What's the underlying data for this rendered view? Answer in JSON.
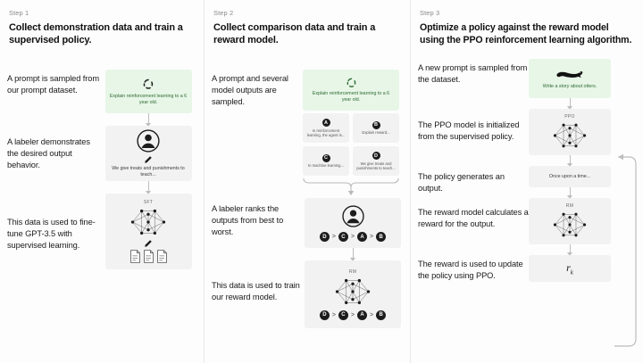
{
  "title": "RLHF three step diagram",
  "steps": [
    {
      "label": "Step 1",
      "title": "Collect demonstration data and train a supervised policy.",
      "rows": [
        {
          "caption": "A prompt is sampled from our prompt dataset.",
          "box_text": "Explain reinforcement learning to a 6 year old.",
          "icon": "recycle-loop-icon"
        },
        {
          "caption": "A labeler demonstrates the desired output behavior.",
          "box_text": "We give treats and punishments to teach...",
          "icon": "labeler-person-icon"
        },
        {
          "caption": "This data is used to fine-tune GPT-3.5 with supervised learning.",
          "model_label": "SFT",
          "icon": "neural-network-icon"
        }
      ]
    },
    {
      "label": "Step 2",
      "title": "Collect comparison data and train a reward model.",
      "rows": [
        {
          "caption": "A prompt and several model outputs are sampled.",
          "box_text": "Explain reinforcement learning to a 6 year old.",
          "icon": "recycle-loop-icon",
          "options": [
            {
              "letter": "A",
              "text": "In reinforcement learning, the agent is..."
            },
            {
              "letter": "B",
              "text": "Explain reward..."
            },
            {
              "letter": "C",
              "text": "In machine learning..."
            },
            {
              "letter": "D",
              "text": "We give treats and punishments to teach..."
            }
          ]
        },
        {
          "caption": "A labeler ranks the outputs from best to worst.",
          "icon": "labeler-person-icon",
          "ranking": [
            "D",
            "C",
            "A",
            "B"
          ]
        },
        {
          "caption": "This data is used to train our reward model.",
          "model_label": "RM",
          "icon": "neural-network-icon",
          "ranking": [
            "D",
            "C",
            "A",
            "B"
          ]
        }
      ]
    },
    {
      "label": "Step 3",
      "title": "Optimize a policy against the reward model using the PPO reinforcement learning algorithm.",
      "rows": [
        {
          "caption": "A new prompt is sampled from the dataset.",
          "box_text": "Write a story about otters.",
          "icon": "otter-icon"
        },
        {
          "caption": "The PPO model is initialized from the supervised policy.",
          "model_label": "PPO",
          "icon": "neural-network-icon"
        },
        {
          "caption": "The policy generates an output.",
          "box_text": "Once upon a time...",
          "icon": "text-output-icon"
        },
        {
          "caption": "The reward model calculates a reward for the output.",
          "model_label": "RM",
          "icon": "neural-network-icon"
        },
        {
          "caption": "The reward is used to update the policy using PPO.",
          "reward_symbol": "r",
          "reward_sub": "k",
          "icon": "reward-value-icon"
        }
      ]
    }
  ],
  "colors": {
    "green_box": "#e7f6e7",
    "grey_box": "#f2f2f2",
    "arrow": "#bdbdbd",
    "text": "#1b1b1b",
    "muted": "#8a8a8a"
  }
}
